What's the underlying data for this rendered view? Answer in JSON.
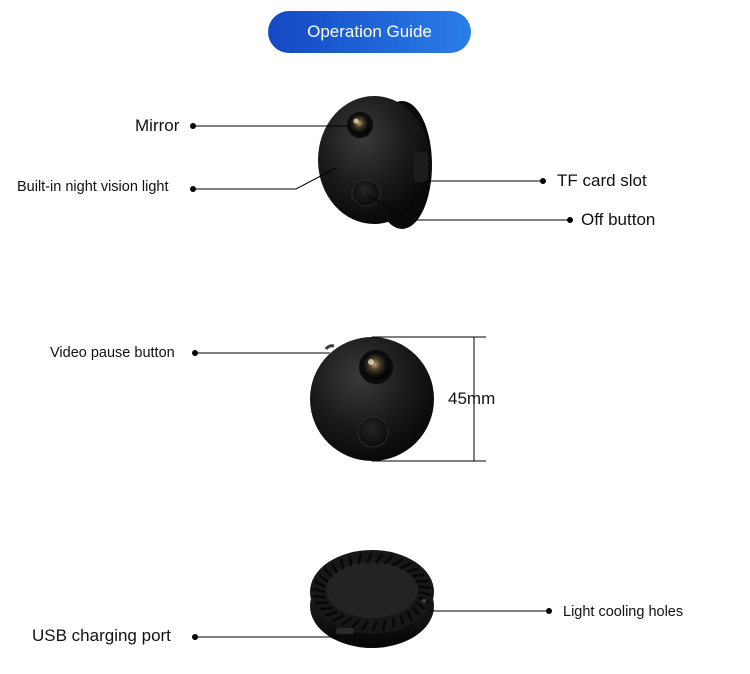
{
  "header": {
    "title": "Operation Guide"
  },
  "view1": {
    "labels": {
      "mirror": "Mirror",
      "night_light": "Built-in night vision light",
      "tf_slot": "TF card slot",
      "off_button": "Off button"
    }
  },
  "view2": {
    "labels": {
      "video_pause": "Video pause button",
      "dimension": "45mm"
    }
  },
  "view3": {
    "labels": {
      "cooling_holes": "Light cooling holes",
      "usb_port": "USB charging port"
    }
  },
  "colors": {
    "banner_start": "#1448c4",
    "banner_end": "#2a7ee8",
    "device_body": "#141414",
    "leader_line": "#000000"
  }
}
